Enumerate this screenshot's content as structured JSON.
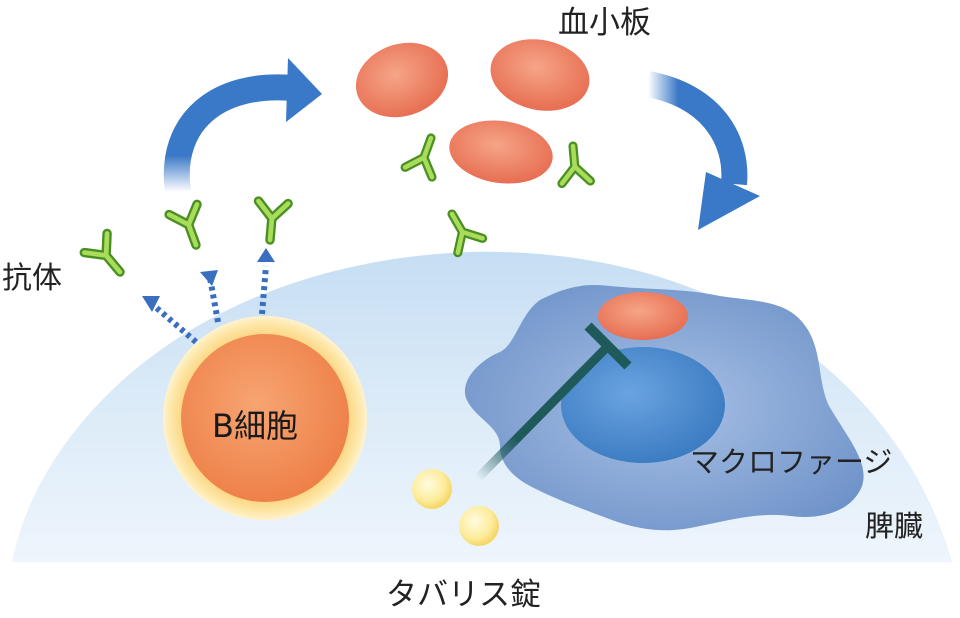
{
  "labels": {
    "platelets": "血小板",
    "antibody": "抗体",
    "b_cell": "B細胞",
    "macrophage": "マクロファージ",
    "spleen": "脾臓",
    "drug": "タバリス錠"
  },
  "colors": {
    "spleen_fill": "#dcecf8",
    "macrophage_fill": "#7d9fd0",
    "nucleus_fill": "#4a86c8",
    "platelet_fill": "#e8785e",
    "antibody_green": "#7fc241",
    "b_cell_core": "#f08a55",
    "b_cell_ring": "#fbd57a",
    "arrow_blue": "#3a78c8",
    "inhibitor_teal": "#1e5a5a",
    "pill_yellow": "#fde89a"
  }
}
